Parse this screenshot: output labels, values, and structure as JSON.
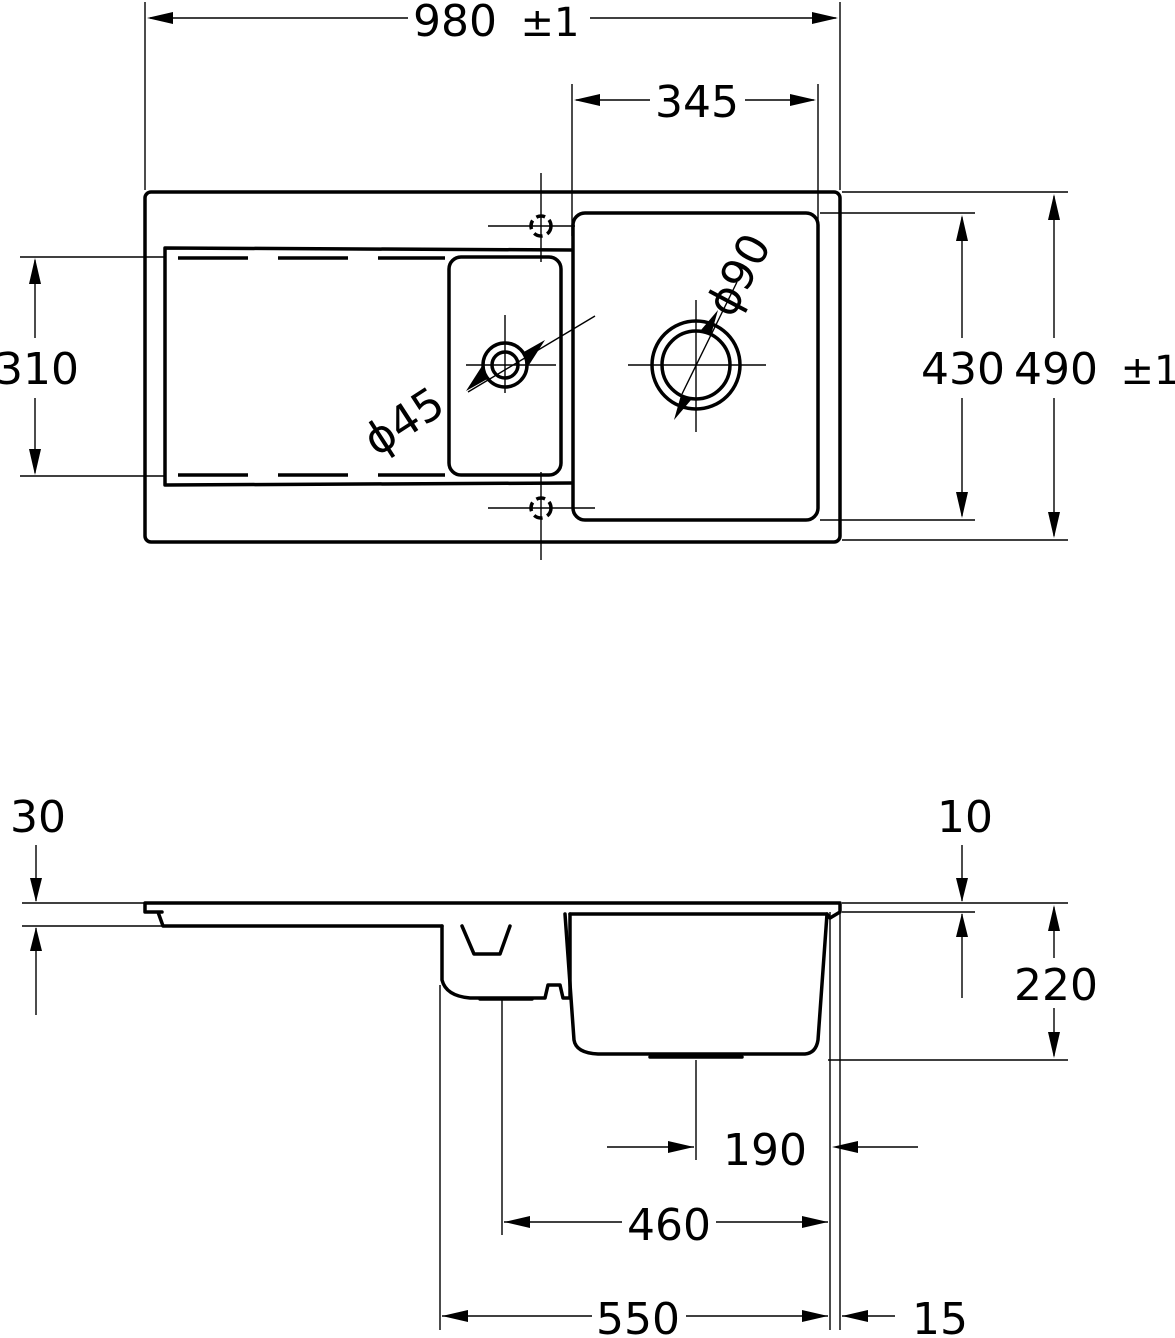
{
  "top_view": {
    "overall_width": "980",
    "overall_width_tol": "±1",
    "bowl_width": "345",
    "drainer_depth": "310",
    "bowl_depth": "430",
    "overall_depth": "490",
    "overall_depth_tol": "±1",
    "small_waste_dia": "ϕ45",
    "main_waste_dia": "ϕ90"
  },
  "side_view": {
    "rim_thickness": "30",
    "flange_offset": "10",
    "bowl_height": "220",
    "waste_to_edge": "190",
    "small_waste_to_edge": "460",
    "cutout_to_edge": "550",
    "edge_margin": "15"
  }
}
